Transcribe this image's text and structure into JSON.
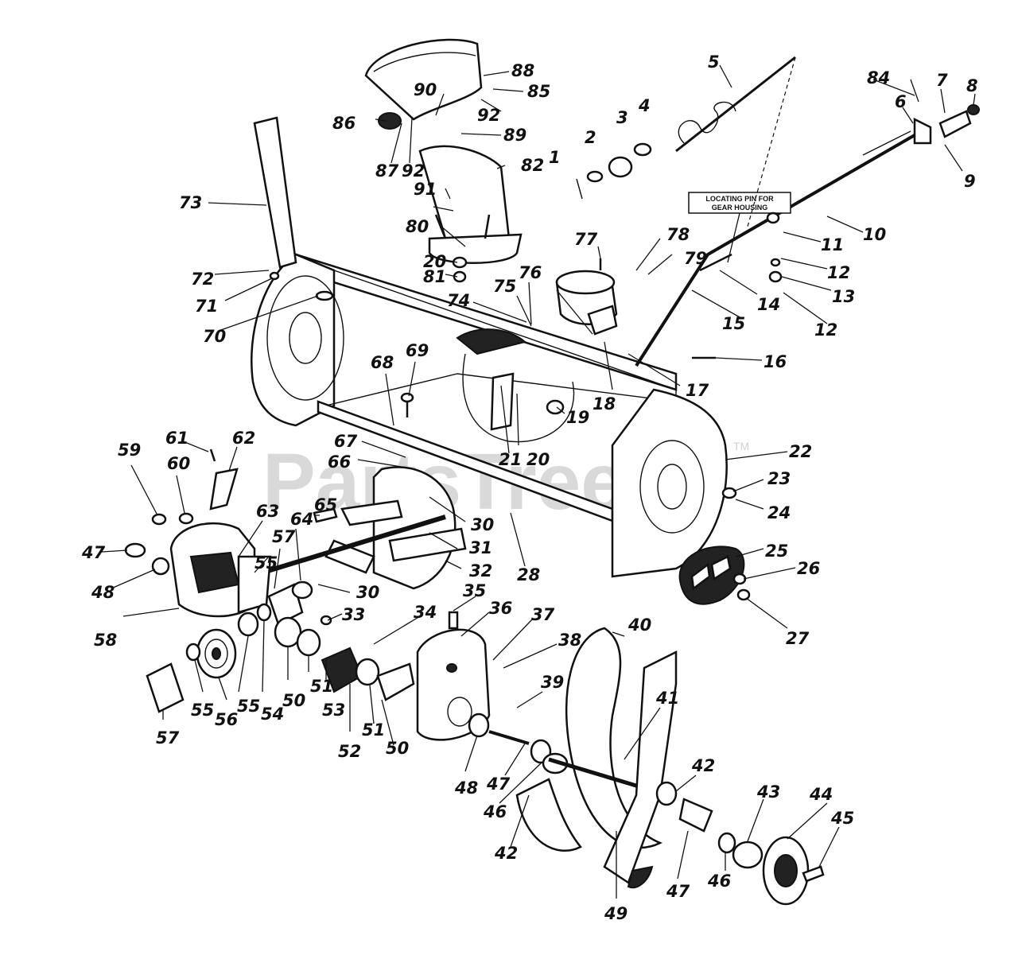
{
  "watermark": "PartsTree",
  "trademark": "TM",
  "note": {
    "line1": "LOCATING PIN FOR",
    "line2": "GEAR HOUSING"
  },
  "labels": {
    "n1": "1",
    "n2": "2",
    "n3": "3",
    "n4": "4",
    "n5": "5",
    "n6": "6",
    "n7": "7",
    "n8": "8",
    "n9": "9",
    "n10": "10",
    "n11": "11",
    "n12": "12",
    "n13": "13",
    "n14": "14",
    "n15": "15",
    "n16": "16",
    "n17": "17",
    "n18": "18",
    "n19": "19",
    "n20": "20",
    "n21": "21",
    "n22": "22",
    "n23": "23",
    "n24": "24",
    "n25": "25",
    "n26": "26",
    "n27": "27",
    "n28": "28",
    "n30": "30",
    "n31": "31",
    "n32": "32",
    "n33": "33",
    "n34": "34",
    "n35": "35",
    "n36": "36",
    "n37": "37",
    "n38": "38",
    "n39": "39",
    "n40": "40",
    "n41": "41",
    "n42": "42",
    "n43": "43",
    "n44": "44",
    "n45": "45",
    "n46": "46",
    "n47": "47",
    "n48": "48",
    "n49": "49",
    "n50": "50",
    "n51": "51",
    "n52": "52",
    "n53": "53",
    "n54": "54",
    "n55": "55",
    "n56": "56",
    "n57": "57",
    "n58": "58",
    "n59": "59",
    "n60": "60",
    "n61": "61",
    "n62": "62",
    "n63": "63",
    "n64": "64",
    "n65": "65",
    "n66": "66",
    "n67": "67",
    "n68": "68",
    "n69": "69",
    "n70": "70",
    "n71": "71",
    "n72": "72",
    "n73": "73",
    "n74": "74",
    "n75": "75",
    "n76": "76",
    "n77": "77",
    "n78": "78",
    "n79": "79",
    "n80": "80",
    "n81": "81",
    "n82": "82",
    "n84": "84",
    "n85": "85",
    "n86": "86",
    "n87": "87",
    "n88": "88",
    "n89": "89",
    "n90": "90",
    "n91": "91",
    "n92": "92"
  }
}
